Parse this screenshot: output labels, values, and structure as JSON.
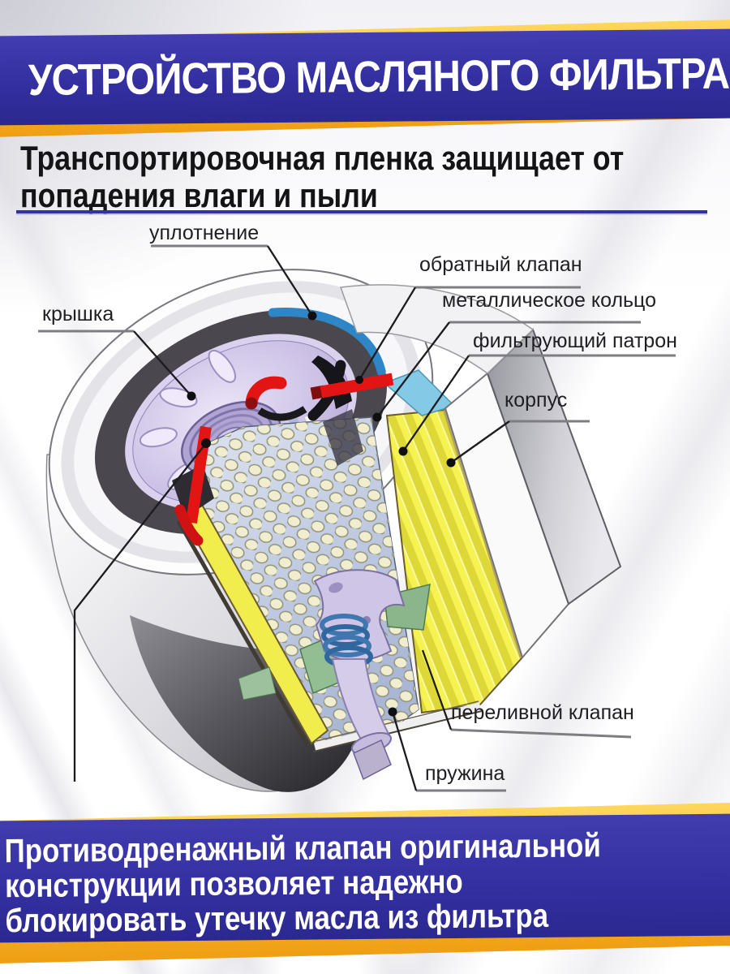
{
  "banner_top": {
    "title": "УСТРОЙСТВО МАСЛЯНОГО ФИЛЬТРА"
  },
  "intro": {
    "line1": "Транспортировочная пленка защищает от",
    "line2": "попадения влаги и пыли"
  },
  "diagram": {
    "labels": [
      {
        "id": "seal",
        "text": "уплотнение"
      },
      {
        "id": "check-valve",
        "text": "обратный клапан"
      },
      {
        "id": "metal-ring",
        "text": "металлическое кольцо"
      },
      {
        "id": "filter-cartridge",
        "text": "фильтрующий патрон"
      },
      {
        "id": "housing",
        "text": "корпус"
      },
      {
        "id": "cap",
        "text": "крышка"
      },
      {
        "id": "overflow-valve",
        "text": "переливной клапан"
      },
      {
        "id": "spring",
        "text": "пружина"
      }
    ]
  },
  "banner_bottom": {
    "line1": "Противодренажный клапан оригинальной",
    "line2": "конструкции позволяет надежно",
    "line3": "блокировать утечку масла из фильтра"
  },
  "colors": {
    "banner_blue": "#332fa0",
    "ribbon_yellow": "#f7b52d",
    "heading_rule_navy": "#34349c",
    "pleat_yellow": "#f3ef4f",
    "valve_red": "#e21414",
    "seal_dark": "#4a474f",
    "plate_lavender": "#c3b7de",
    "spring_blue": "#3f77ae"
  }
}
